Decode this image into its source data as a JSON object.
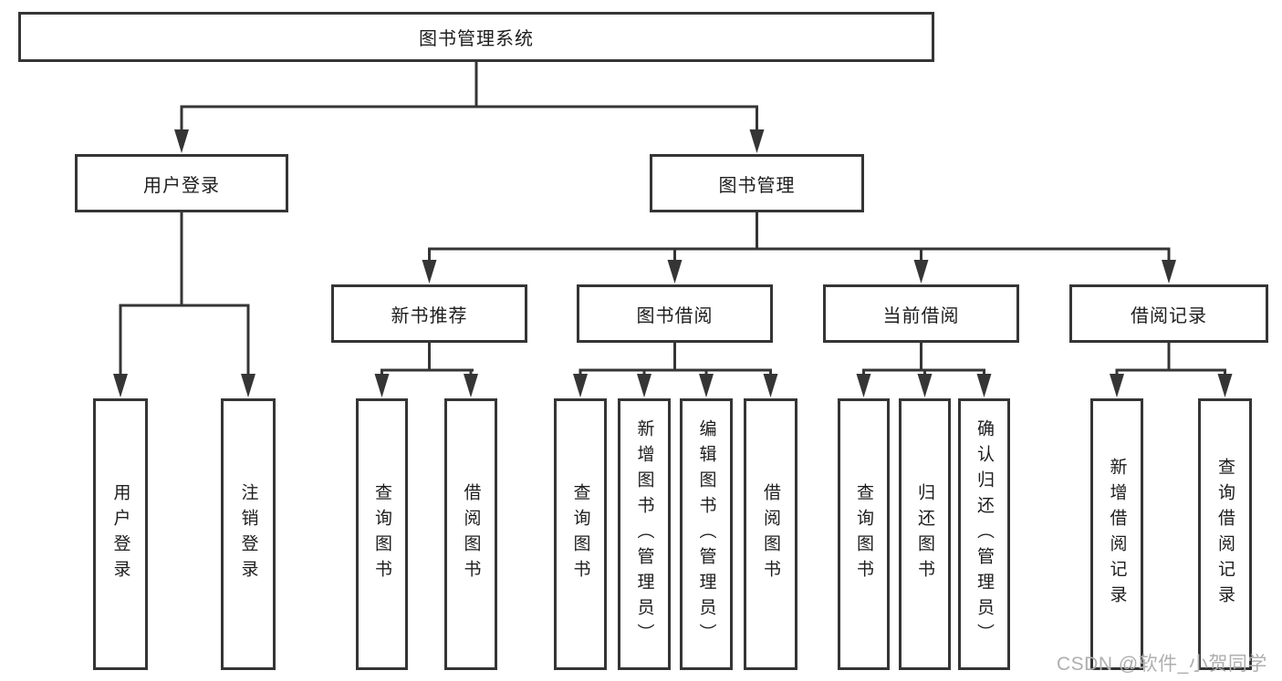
{
  "colors": {
    "line": "#353535",
    "box_border": "#353535",
    "text": "#1d1d1f",
    "watermark": "#afafaf",
    "background": "#ffffff"
  },
  "diagram": {
    "root": {
      "label": "图书管理系统"
    },
    "branches": [
      {
        "label": "用户登录",
        "children": [
          {
            "label": "用户登录"
          },
          {
            "label": "注销登录"
          }
        ]
      },
      {
        "label": "图书管理",
        "children": [
          {
            "label": "新书推荐",
            "children": [
              {
                "label": "查询图书"
              },
              {
                "label": "借阅图书"
              }
            ]
          },
          {
            "label": "图书借阅",
            "children": [
              {
                "label": "查询图书"
              },
              {
                "label": "新增图书（管理员）"
              },
              {
                "label": "编辑图书（管理员）"
              },
              {
                "label": "借阅图书"
              }
            ]
          },
          {
            "label": "当前借阅",
            "children": [
              {
                "label": "查询图书"
              },
              {
                "label": "归还图书"
              },
              {
                "label": "确认归还（管理员）"
              }
            ]
          },
          {
            "label": "借阅记录",
            "children": [
              {
                "label": "新增借阅记录"
              },
              {
                "label": "查询借阅记录"
              }
            ]
          }
        ]
      }
    ]
  },
  "watermark": {
    "text": "CSDN @软件_小贺同学"
  }
}
